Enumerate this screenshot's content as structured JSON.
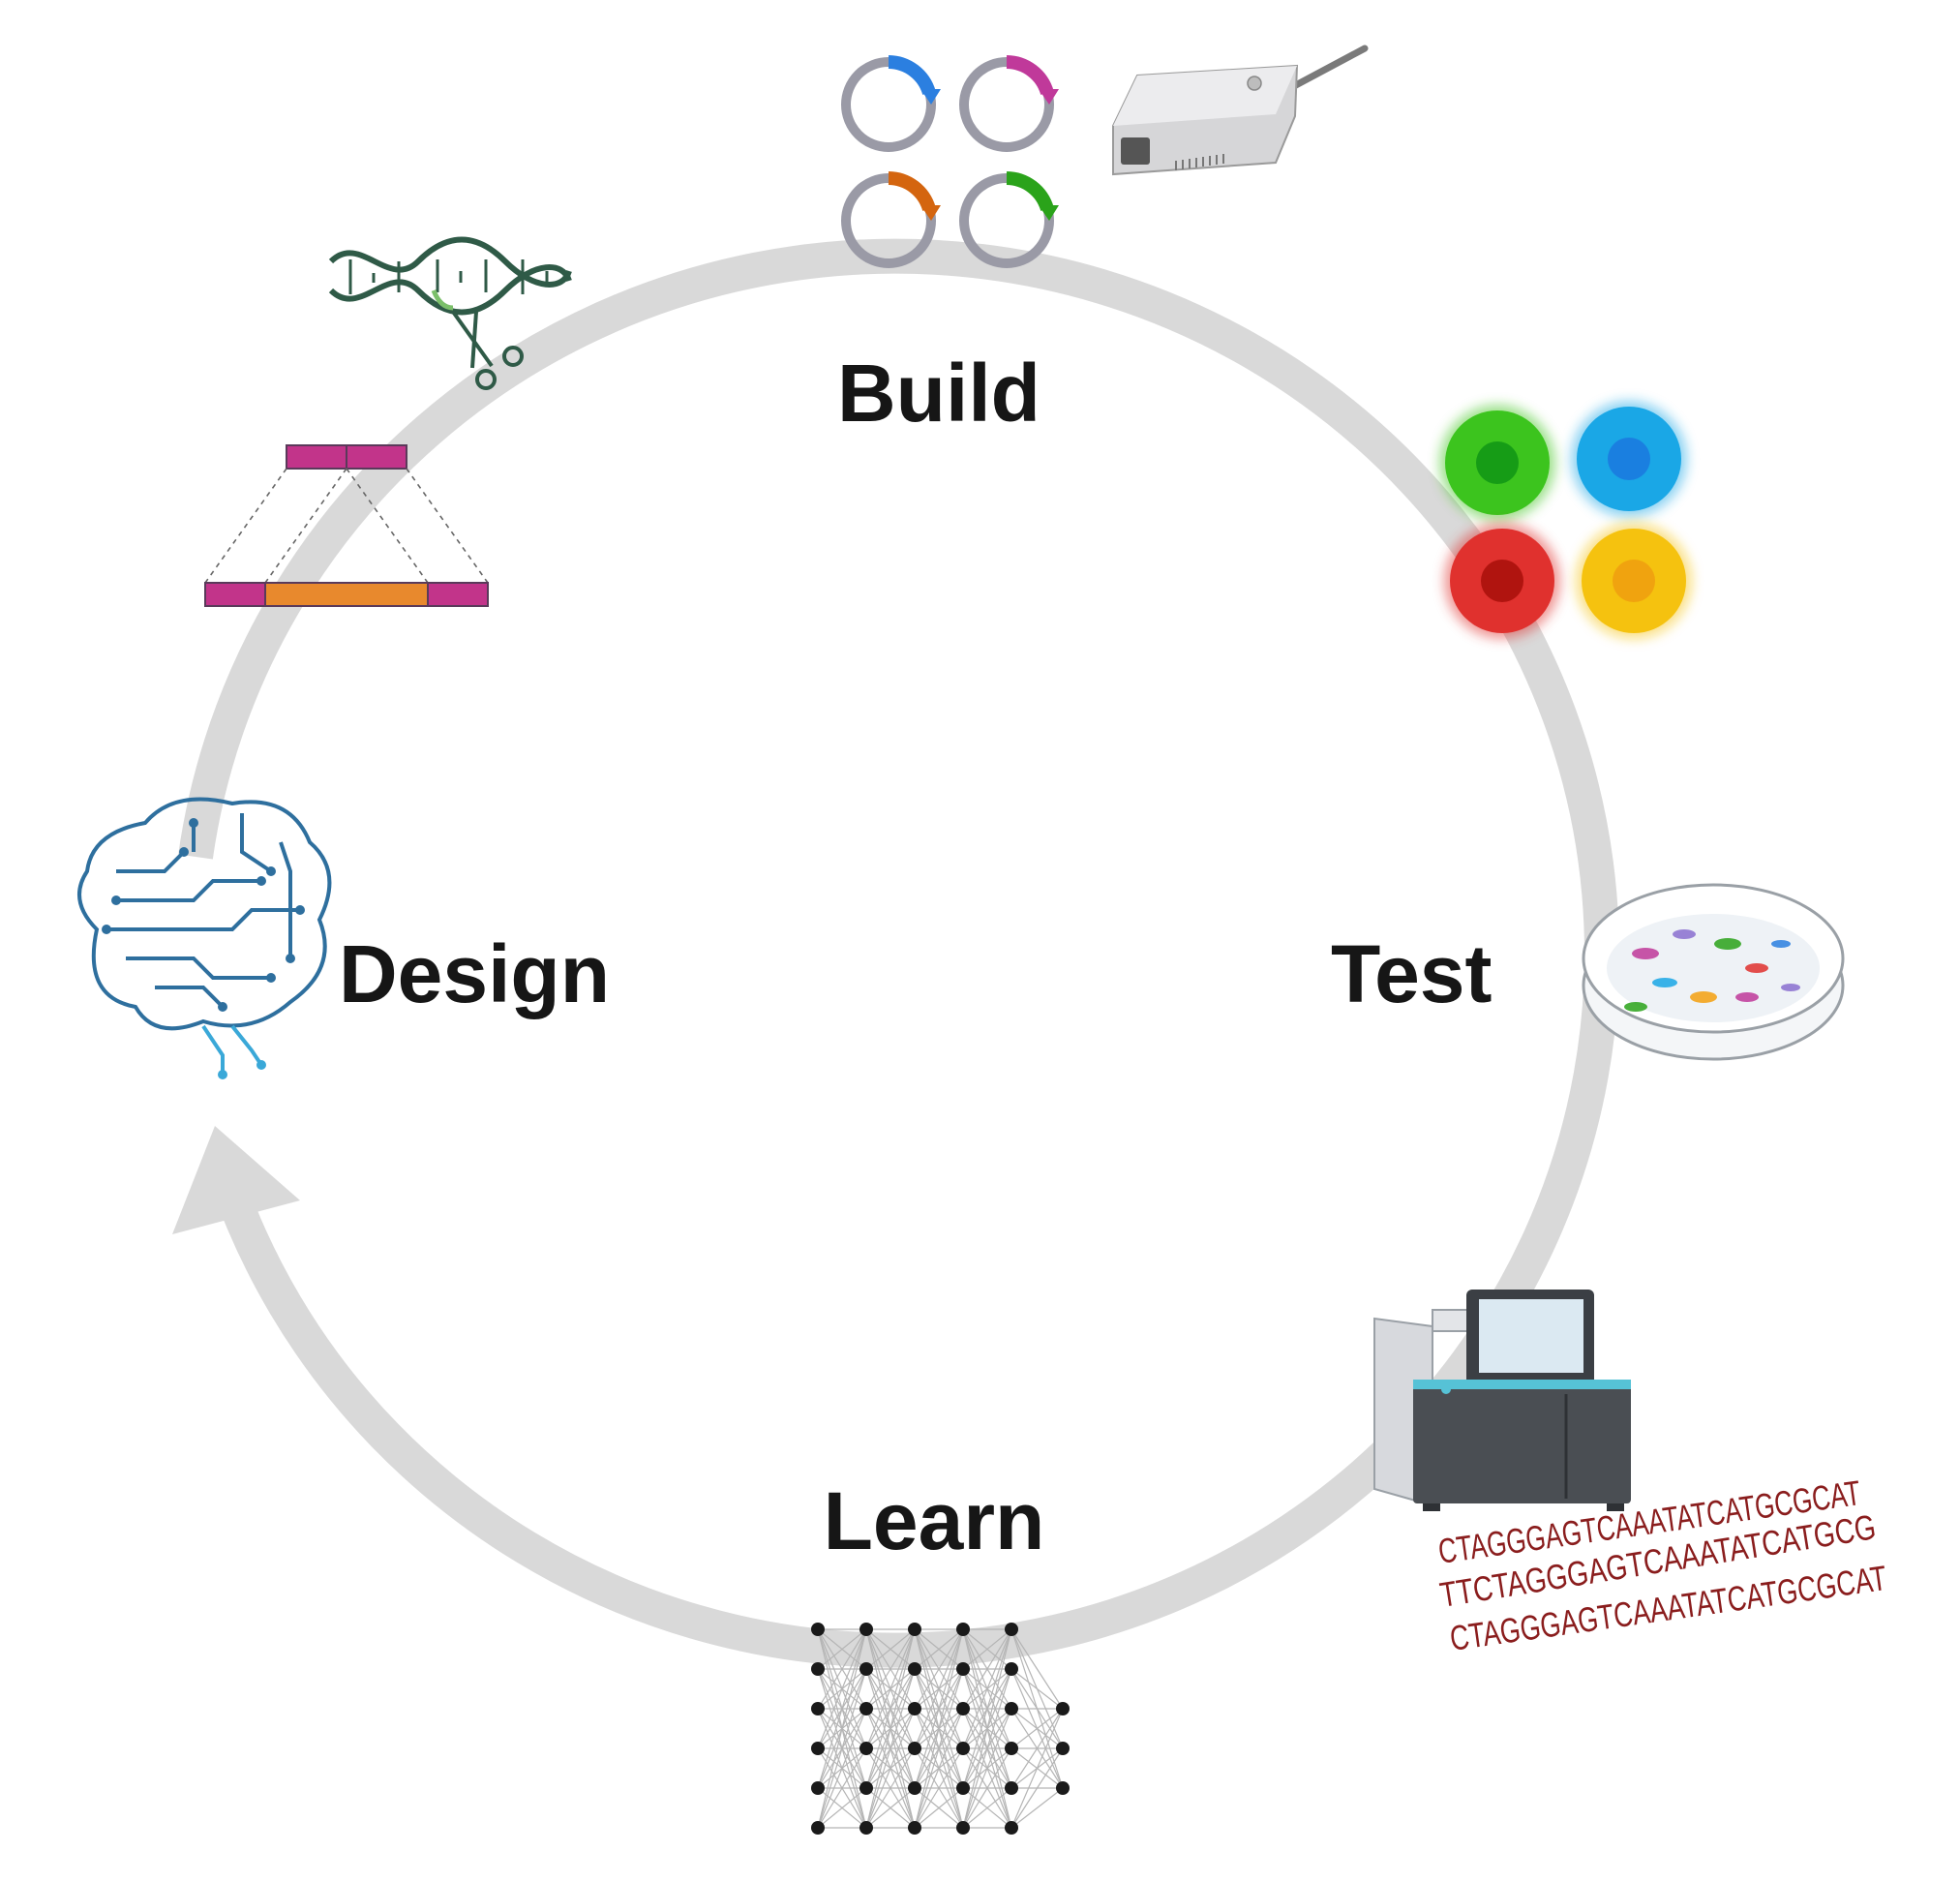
{
  "labels": {
    "build": "Build",
    "design": "Design",
    "test": "Test",
    "learn": "Learn"
  },
  "sequences": [
    "CTAGGGAGTCAAATATCATGCGCAT",
    "TTCTAGGGAGTCAAATATCATGCG",
    "CTAGGGAGTCAAATATCATGCGCAT"
  ],
  "colors": {
    "cycle_arrow": "#d9d9d9",
    "plasmid_backbone": "#9a9aa6",
    "plasmid_inserts": [
      "#2b7fe0",
      "#c0399a",
      "#d4650f",
      "#2aa31a"
    ],
    "cells": [
      "#3cc41e",
      "#1aa7e6",
      "#e0312e",
      "#f5c20f"
    ],
    "dna_helix": "#2f5a47",
    "brain_circuit": "#2e6f9e",
    "network_nodes": "#1a1a1a",
    "sequence_text": "#8a1d1d",
    "construct_pink": "#c2348a",
    "construct_orange": "#e8892d"
  }
}
